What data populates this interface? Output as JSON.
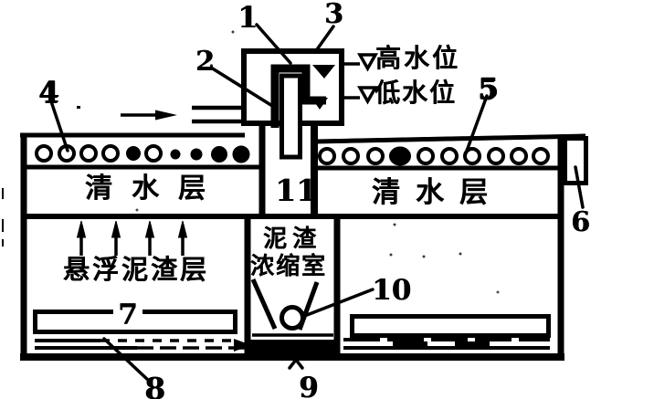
{
  "callouts": {
    "c1": "1",
    "c2": "2",
    "c3": "3",
    "c4": "4",
    "c5": "5",
    "c6": "6",
    "c7": "7",
    "c8": "8",
    "c9": "9",
    "c10": "10",
    "c11": "11"
  },
  "water_levels": {
    "symbol": "▽",
    "high": "高水位",
    "low": "低水位"
  },
  "zones": {
    "clear_water_left": "清水层",
    "clear_water_right": "清水层",
    "suspended_sludge_layer": "悬浮泥渣层",
    "sludge_chamber_line1": "泥渣",
    "sludge_chamber_line2": "浓缩室"
  },
  "colors": {
    "ink": "#000000",
    "paper": "#ffffff"
  }
}
